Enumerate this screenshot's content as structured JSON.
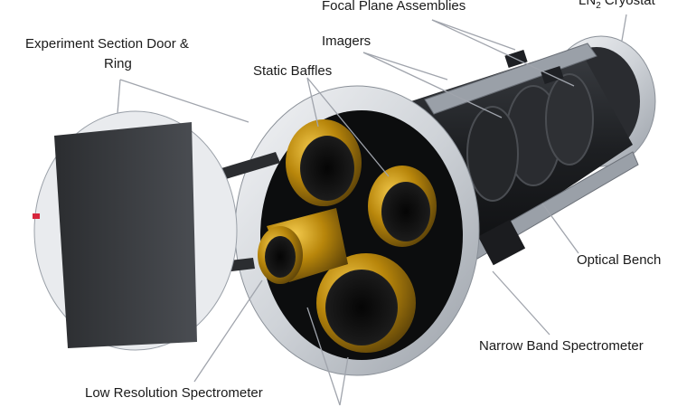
{
  "labels": {
    "focal_plane_assemblies": "Focal Plane Assemblies",
    "ln2_cryostat_prefix": "LN",
    "ln2_cryostat_sub": "2",
    "ln2_cryostat_suffix": " Cryostat",
    "experiment_section_door_line1": "Experiment Section Door &",
    "experiment_section_door_line2": "Ring",
    "imagers": "Imagers",
    "static_baffles": "Static Baffles",
    "optical_bench": "Optical Bench",
    "narrow_band_spectrometer": "Narrow Band Spectrometer",
    "low_resolution_spectrometer": "Low Resolution Spectrometer"
  },
  "colors": {
    "text": "#1a1a1a",
    "leader_line": "#a0a4ac",
    "shell_silver": "#d9dde2",
    "door_gray": "#3a3d41",
    "red_marker": "#d7263d",
    "gold_foil": "#b8860b",
    "dark_barrel": "#1e2024"
  }
}
